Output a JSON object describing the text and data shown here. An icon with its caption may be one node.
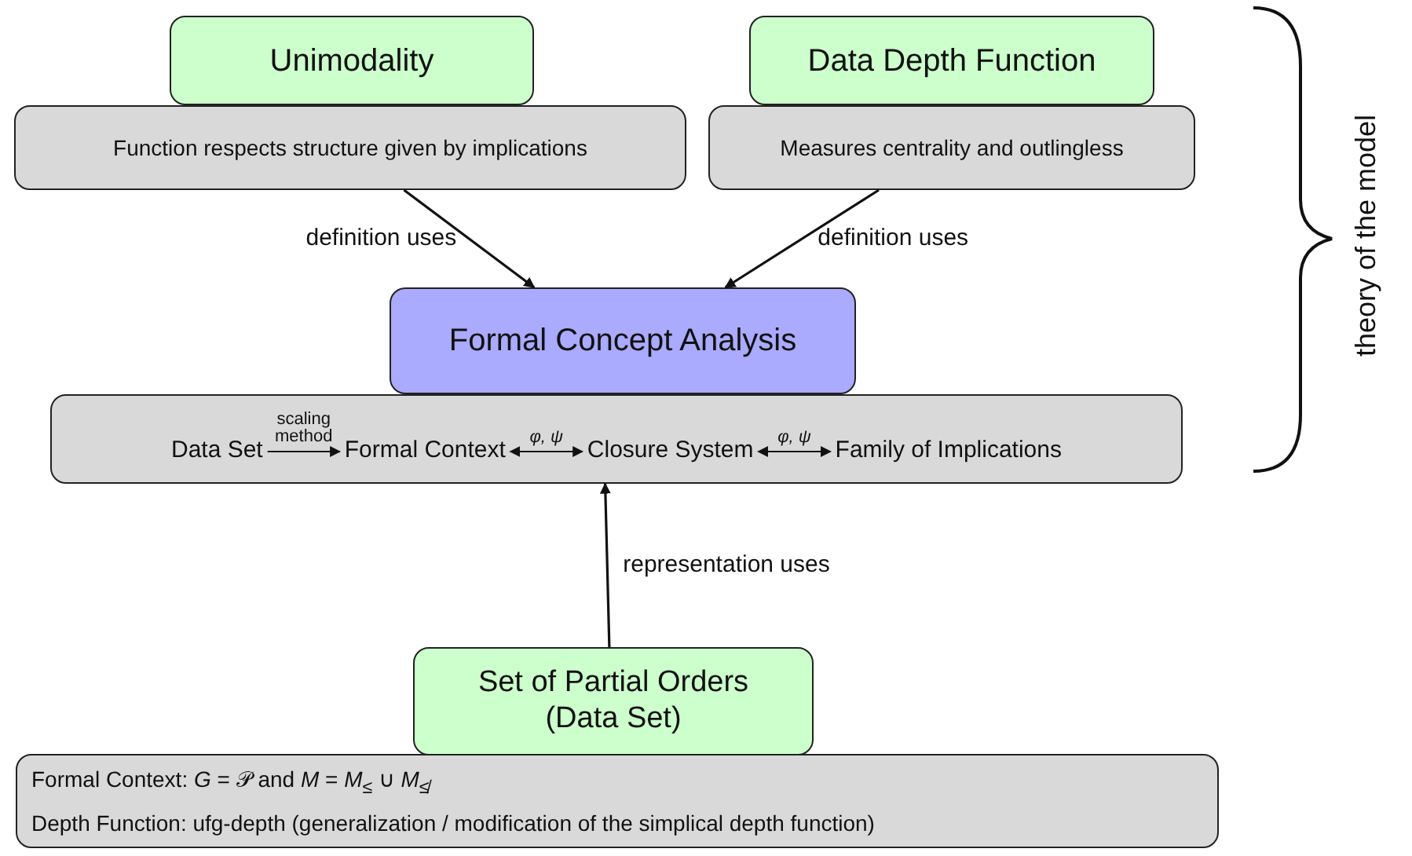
{
  "diagram": {
    "nodes": [
      {
        "text": [
          "Unimodality"
        ]
      },
      {
        "text": [
          "Function respects structure given by implications"
        ]
      },
      {
        "text": [
          "Data Depth Function"
        ]
      },
      {
        "text": [
          "Measures centrality and outlingless"
        ]
      },
      {
        "text": [
          "Formal Concept Analysis"
        ]
      },
      {
        "text": [],
        "shape": "box"
      },
      {
        "text": [
          "Data Set"
        ],
        "in": 5
      },
      {
        "text": [
          "Formal Context"
        ],
        "in": 5
      },
      {
        "text": [
          "Closure System"
        ],
        "in": 5
      },
      {
        "text": [
          "Family of Implications"
        ],
        "in": 5
      },
      {
        "text": [
          "Set of Partial Orders (Data Set)"
        ]
      },
      {
        "text": [
          "Formal Context: *G* = 𝒫 and *M* = *M*$_{≤}$ ∪ *M*$_{≰}$",
          "Depth Function: ufg-depth (generalization / modification of the simplical depth function)"
        ]
      }
    ],
    "edges": [
      {
        "from": 1,
        "to": 4,
        "arrow": "to",
        "label": "definition uses"
      },
      {
        "from": 3,
        "to": 4,
        "arrow": "to",
        "label": "definition uses"
      },
      {
        "from": 6,
        "to": 7,
        "arrow": "to",
        "label": "scaling method"
      },
      {
        "from": 7,
        "to": 8,
        "arrow": "both",
        "label": "φ, ψ"
      },
      {
        "from": 8,
        "to": 9,
        "arrow": "both",
        "label": "φ, ψ"
      },
      {
        "from": 10,
        "to": 5,
        "arrow": "to",
        "label": "representation uses"
      }
    ],
    "labels": [
      "theory of the model"
    ]
  }
}
